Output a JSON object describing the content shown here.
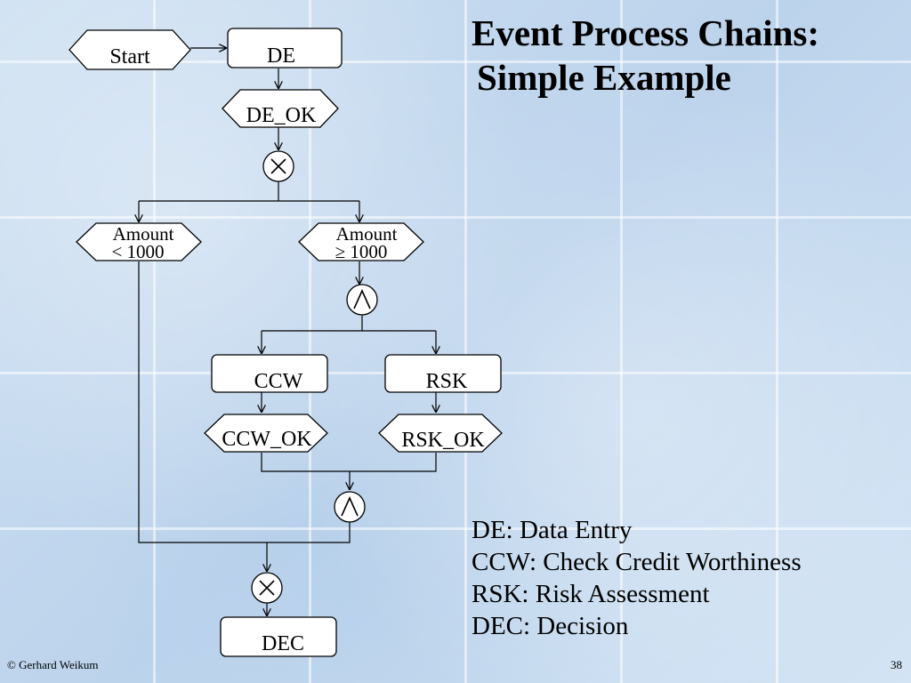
{
  "title": {
    "line1": "Event Process Chains:",
    "line2": "Simple Example"
  },
  "nodes": {
    "start": "Start",
    "de": "DE",
    "de_ok": "DE_OK",
    "amount_lt_line1": "Amount",
    "amount_lt_line2": "< 1000",
    "amount_ge_line1": "Amount",
    "amount_ge_line2": "≥ 1000",
    "ccw": "CCW",
    "rsk": "RSK",
    "ccw_ok": "CCW_OK",
    "rsk_ok": "RSK_OK",
    "dec": "DEC"
  },
  "legend": [
    "DE: Data Entry",
    "CCW: Check Credit Worthiness",
    "RSK: Risk Assessment",
    "DEC: Decision"
  ],
  "footer": {
    "author": "© Gerhard Weikum",
    "page": "38"
  }
}
